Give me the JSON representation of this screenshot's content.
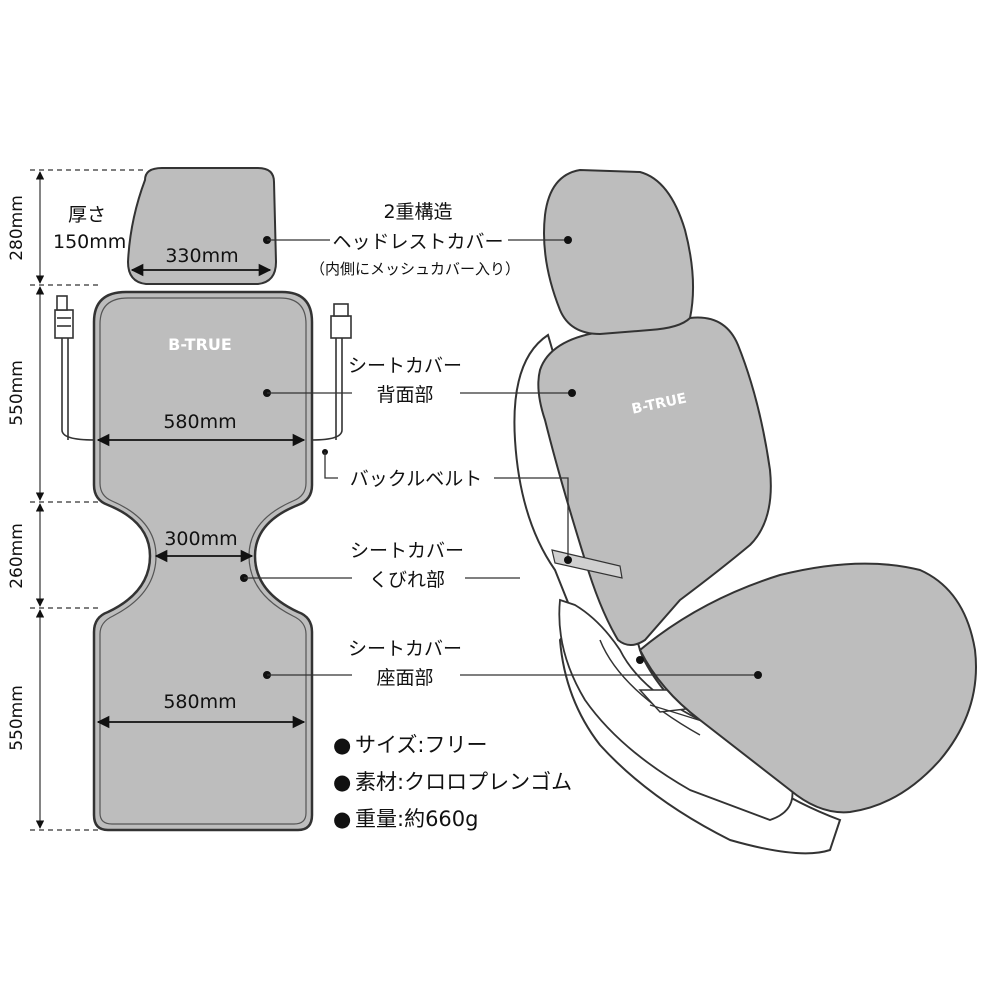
{
  "dimensions": {
    "headrest_height": "280mm",
    "back_height": "550mm",
    "waist_height": "260mm",
    "seat_height": "550mm",
    "thickness_label": "厚さ",
    "thickness_value": "150mm",
    "headrest_width": "330mm",
    "back_width": "580mm",
    "waist_width": "300mm",
    "seat_width": "580mm"
  },
  "callouts": {
    "headrest_line1": "2重構造",
    "headrest_line2": "ヘッドレストカバー",
    "headrest_line3": "（内側にメッシュカバー入り）",
    "back_line1": "シートカバー",
    "back_line2": "背面部",
    "buckle": "バックルベルト",
    "waist_line1": "シートカバー",
    "waist_line2": "くびれ部",
    "seat_line1": "シートカバー",
    "seat_line2": "座面部"
  },
  "specs": [
    {
      "bullet": "●",
      "text": "サイズ:フリー"
    },
    {
      "bullet": "●",
      "text": "素材:クロロプレンゴム"
    },
    {
      "bullet": "●",
      "text": "重量:約660g"
    }
  ],
  "brand": "B-TRUE",
  "colors": {
    "cover": "#bdbdbd",
    "outline": "#333333",
    "seat_body": "#ffffff"
  }
}
